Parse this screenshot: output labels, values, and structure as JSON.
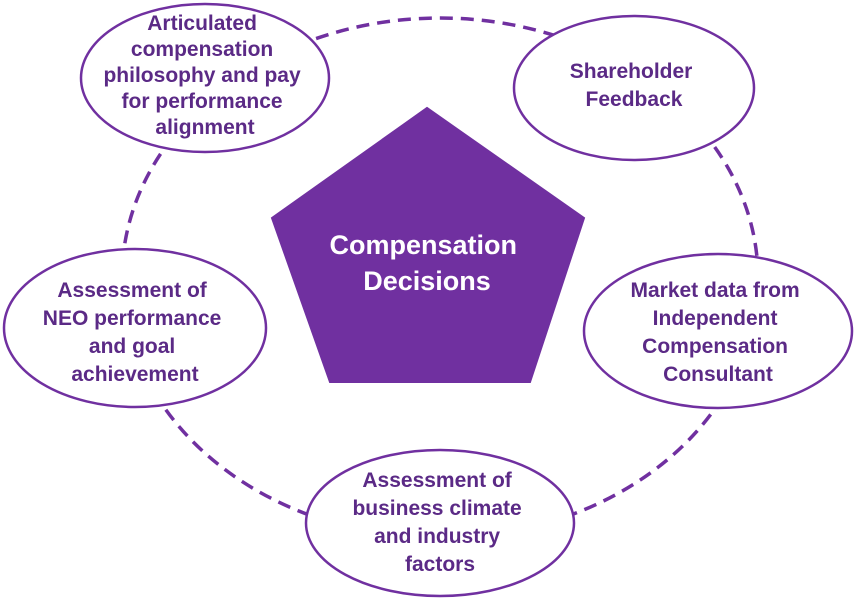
{
  "colors": {
    "accent": "#7030a0",
    "text": "#5b2a86",
    "center_text": "#ffffff",
    "background": "#ffffff"
  },
  "center": {
    "lines": [
      "Compensation",
      "Decisions"
    ]
  },
  "nodes": {
    "philosophy": {
      "lines": [
        "Articulated",
        "compensation",
        "philosophy and pay",
        "for performance",
        "alignment"
      ]
    },
    "shareholder": {
      "lines": [
        "Shareholder",
        "Feedback"
      ]
    },
    "market": {
      "lines": [
        "Market data from",
        "Independent",
        "Compensation",
        "Consultant"
      ]
    },
    "business": {
      "lines": [
        "Assessment of",
        "business climate",
        "and industry",
        "factors"
      ]
    },
    "neo": {
      "lines": [
        "Assessment of",
        "NEO performance",
        "and goal",
        "achievement"
      ]
    }
  }
}
